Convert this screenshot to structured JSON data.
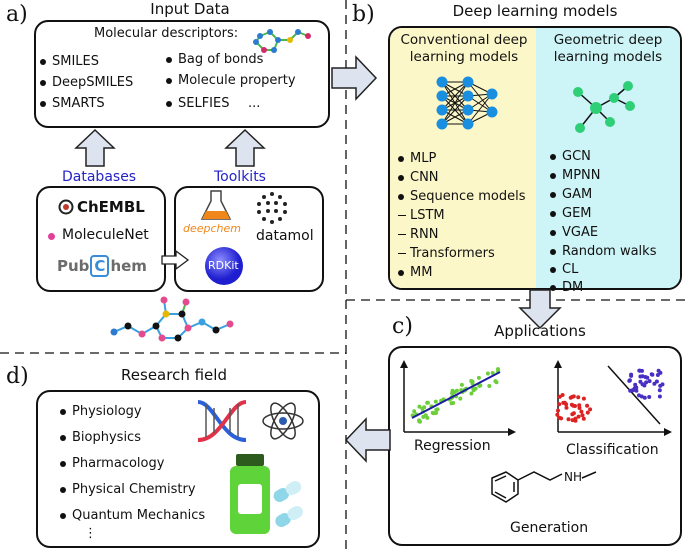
{
  "panels": {
    "a": {
      "letter": "a)",
      "title": "Input Data"
    },
    "b": {
      "letter": "b)",
      "title": "Deep learning models"
    },
    "c": {
      "letter": "c)",
      "title": "Applications"
    },
    "d": {
      "letter": "d)",
      "title": "Research field"
    }
  },
  "input_data": {
    "descriptors_title": "Molecular descriptors:",
    "left_items": [
      "SMILES",
      "DeepSMILES",
      "SMARTS"
    ],
    "right_items": [
      "Bag of bonds",
      "Molecule property",
      "SELFIES"
    ],
    "ellipsis": "..."
  },
  "sources": {
    "databases_label": "Databases",
    "toolkits_label": "Toolkits",
    "databases": [
      "ChEMBL",
      "MoleculeNet",
      "PubChem"
    ],
    "pubchem_parts": [
      "Pub",
      "C",
      "hem"
    ],
    "toolkits": [
      "deepchem",
      "datamol",
      "RDKit"
    ]
  },
  "models": {
    "conventional_title": "Conventional deep learning models",
    "geometric_title": "Geometric deep learning models",
    "conventional_items": [
      {
        "bullet": "dot",
        "text": "MLP"
      },
      {
        "bullet": "dot",
        "text": "CNN"
      },
      {
        "bullet": "dot",
        "text": "Sequence models"
      },
      {
        "bullet": "dash",
        "text": "LSTM"
      },
      {
        "bullet": "dash",
        "text": "RNN"
      },
      {
        "bullet": "dash",
        "text": "Transformers"
      },
      {
        "bullet": "dot",
        "text": "MM"
      }
    ],
    "geometric_items": [
      "GCN",
      "MPNN",
      "GAM",
      "GEM",
      "VGAE",
      "Random walks",
      "CL",
      "DM"
    ],
    "colors": {
      "conventional_bg": "#fcf7c8",
      "geometric_bg": "#cdf4f6"
    }
  },
  "applications": {
    "regression_label": "Regression",
    "classification_label": "Classification",
    "generation_label": "Generation",
    "nh_label": "NH"
  },
  "research": {
    "items": [
      "Physiology",
      "Biophysics",
      "Pharmacology",
      "Physical Chemistry",
      "Quantum Mechanics"
    ],
    "ellipsis": "⋮"
  },
  "icons": [
    "molecule-icon",
    "neural-network-icon",
    "graph-icon",
    "dna-icon",
    "atom-icon",
    "pill-bottle-icon",
    "capsule-icon",
    "chembl-logo",
    "pubchem-logo",
    "deepchem-logo",
    "datamol-logo",
    "rdkit-logo"
  ]
}
